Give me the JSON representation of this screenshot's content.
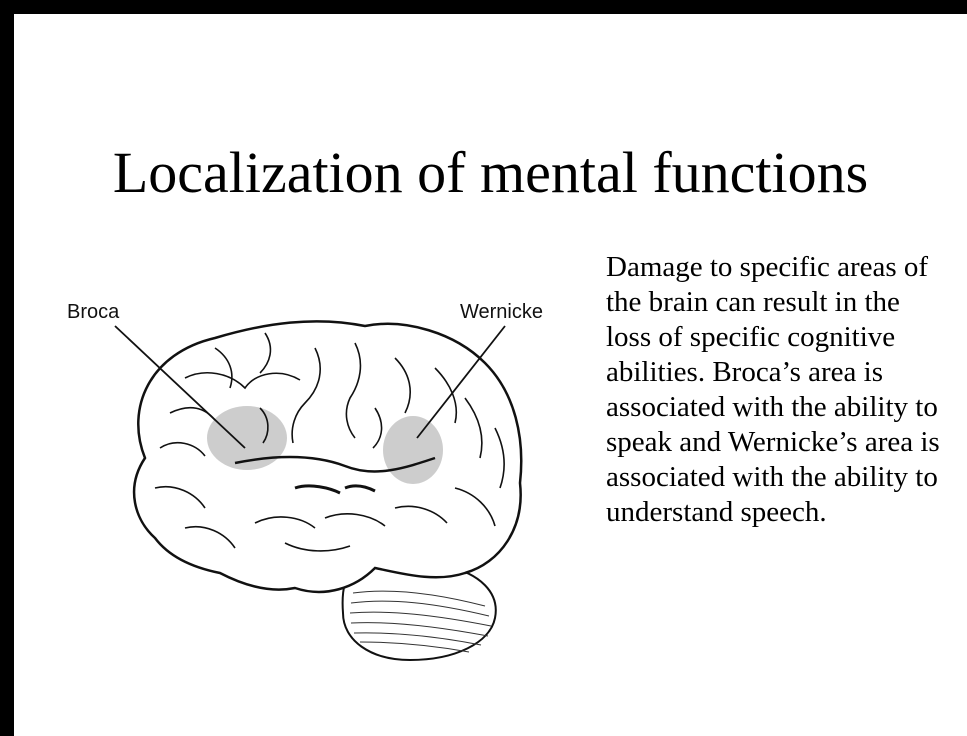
{
  "slide": {
    "title": "Localization of mental functions",
    "description": "Damage to specific areas of the brain can result in the loss of specific cognitive abilities. Broca’s area is associated with the ability to speak and Wernicke’s area is associated with the ability to understand speech."
  },
  "diagram": {
    "labels": {
      "broca": "Broca",
      "wernicke": "Wernicke"
    },
    "colors": {
      "outline": "#111111",
      "highlight": "#c8c8c8",
      "frame": "#000000"
    },
    "icon": "brain-illustration"
  }
}
